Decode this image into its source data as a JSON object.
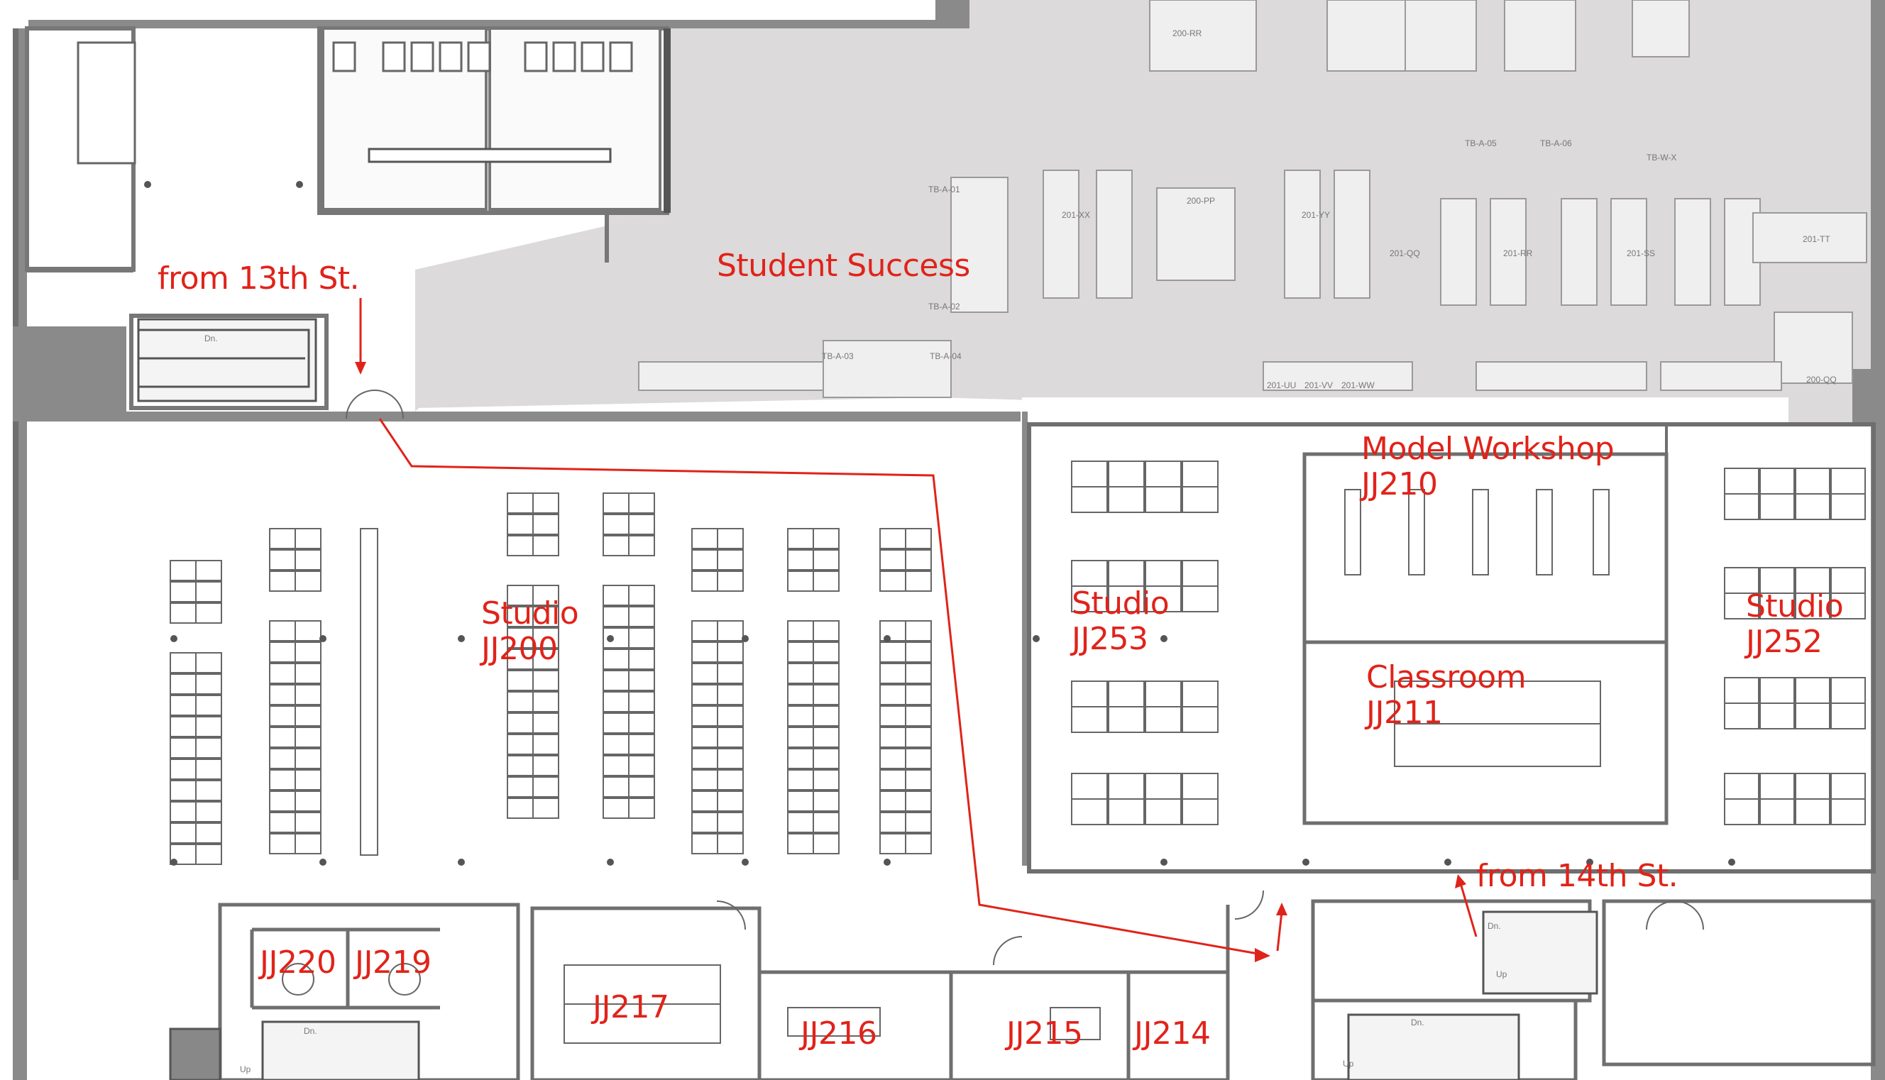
{
  "map": {
    "label_color": "#e0231a",
    "wall_color": "#7a7a7a",
    "shaded_zone_color": "#dcdcdc",
    "route_color": "#e0231a"
  },
  "labels": {
    "from_13th": "from 13th St.",
    "from_14th": "from 14th St.",
    "student_success": "Student Success",
    "studio_jj200": "Studio\nJJ200",
    "studio_jj253": "Studio\nJJ253",
    "studio_jj252": "Studio\nJJ252",
    "model_workshop": "Model Workshop\nJJ210",
    "classroom": "Classroom\nJJ211",
    "jj220": "JJ220",
    "jj219": "JJ219",
    "jj217": "JJ217",
    "jj216": "JJ216",
    "jj215": "JJ215",
    "jj214": "JJ214"
  },
  "small_labels": {
    "r200rr": "200-RR",
    "r200pp": "200-PP",
    "r201xx": "201-XX",
    "r201yy": "201-YY",
    "r201qq": "201-QQ",
    "r201rr": "201-RR",
    "r201ss": "201-SS",
    "r201tt": "201-TT",
    "r200qq": "200-QQ",
    "r201uu": "201-UU",
    "r201vv": "201-VV",
    "r201ww": "201-WW",
    "tba01": "TB-A-01",
    "tba02": "TB-A-02",
    "tba03": "TB-A-03",
    "tba04": "TB-A-04",
    "tba05": "TB-A-05",
    "tba06": "TB-A-06",
    "tbwx": "TB-W-X",
    "dn1": "Dn.",
    "dn2": "Dn.",
    "dn3": "Dn.",
    "dn4": "Dn.",
    "up1": "Up",
    "up2": "Up",
    "up3": "Up"
  }
}
